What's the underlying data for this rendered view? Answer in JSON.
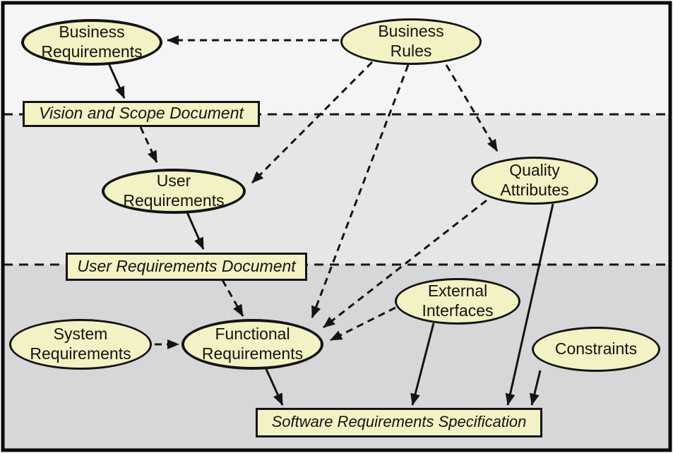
{
  "diagram": {
    "nodes": {
      "business_requirements": {
        "label": "Business\nRequirements",
        "shape": "ellipse"
      },
      "business_rules": {
        "label": "Business\nRules",
        "shape": "ellipse"
      },
      "user_requirements": {
        "label": "User\nRequirements",
        "shape": "ellipse"
      },
      "quality_attributes": {
        "label": "Quality\nAttributes",
        "shape": "ellipse"
      },
      "external_interfaces": {
        "label": "External\nInterfaces",
        "shape": "ellipse"
      },
      "system_requirements": {
        "label": "System\nRequirements",
        "shape": "ellipse"
      },
      "functional_requirements": {
        "label": "Functional\nRequirements",
        "shape": "ellipse"
      },
      "constraints": {
        "label": "Constraints",
        "shape": "ellipse"
      },
      "vision_scope_document": {
        "label": "Vision and Scope Document",
        "shape": "document-box"
      },
      "user_requirements_document": {
        "label": "User Requirements Document",
        "shape": "document-box"
      },
      "software_requirements_specification": {
        "label": "Software Requirements Specification",
        "shape": "document-box"
      }
    },
    "edges": [
      {
        "from": "business_rules",
        "to": "business_requirements",
        "style": "dashed"
      },
      {
        "from": "business_rules",
        "to": "user_requirements",
        "style": "dashed"
      },
      {
        "from": "business_rules",
        "to": "quality_attributes",
        "style": "dashed"
      },
      {
        "from": "business_rules",
        "to": "functional_requirements",
        "style": "dashed"
      },
      {
        "from": "business_requirements",
        "to": "vision_scope_document",
        "style": "solid"
      },
      {
        "from": "vision_scope_document",
        "to": "user_requirements",
        "style": "dashed"
      },
      {
        "from": "user_requirements",
        "to": "user_requirements_document",
        "style": "solid"
      },
      {
        "from": "user_requirements_document",
        "to": "functional_requirements",
        "style": "dashed"
      },
      {
        "from": "system_requirements",
        "to": "functional_requirements",
        "style": "dashed"
      },
      {
        "from": "quality_attributes",
        "to": "functional_requirements",
        "style": "dashed"
      },
      {
        "from": "external_interfaces",
        "to": "functional_requirements",
        "style": "dashed"
      },
      {
        "from": "functional_requirements",
        "to": "software_requirements_specification",
        "style": "solid"
      },
      {
        "from": "external_interfaces",
        "to": "software_requirements_specification",
        "style": "solid"
      },
      {
        "from": "quality_attributes",
        "to": "software_requirements_specification",
        "style": "solid"
      },
      {
        "from": "constraints",
        "to": "software_requirements_specification",
        "style": "solid"
      }
    ],
    "colors": {
      "node_fill": "#F2F2C4",
      "band_top": "#F5F5F5",
      "band_middle": "#E6E6E7",
      "band_bottom": "#D7D7D9",
      "line": "#141414",
      "frame": "#0A0A0A"
    }
  }
}
